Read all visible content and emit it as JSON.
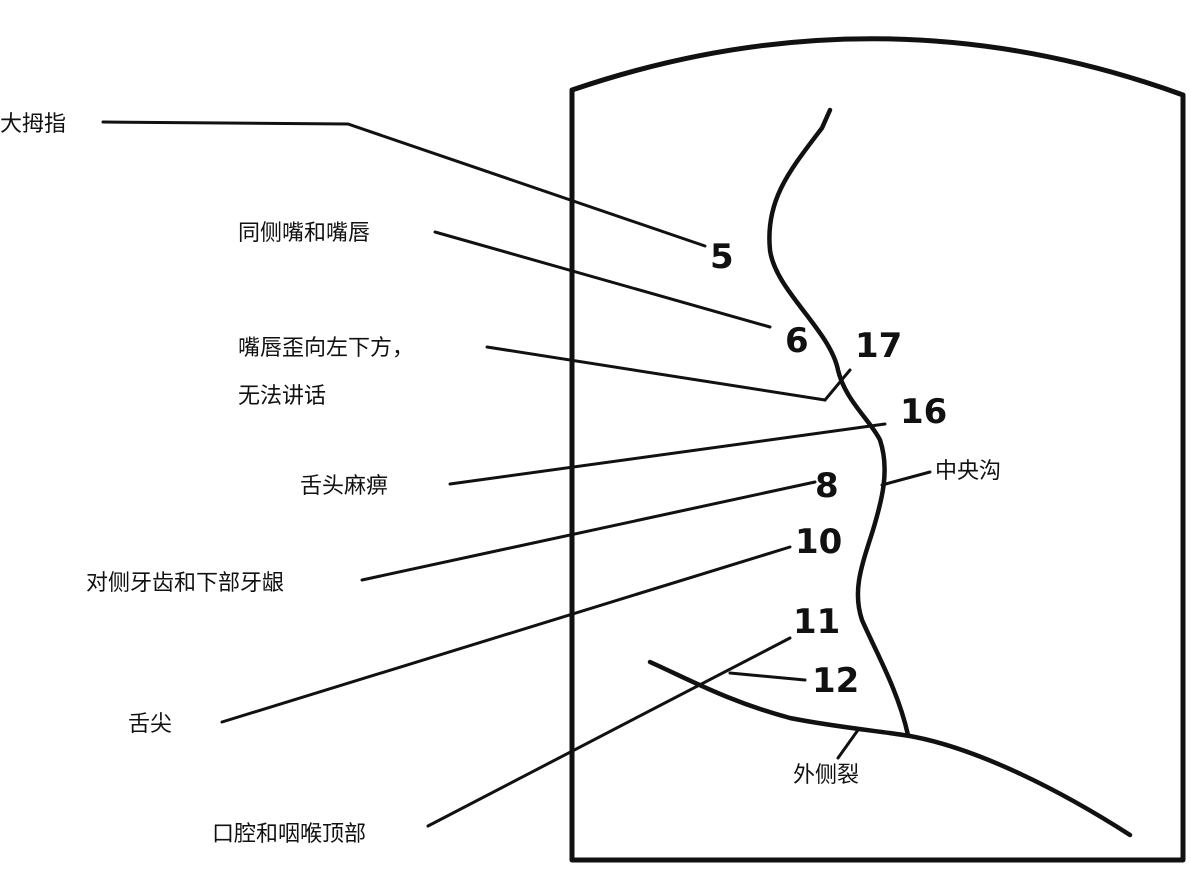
{
  "labels": {
    "thumb": "大拇指",
    "ipsi_mouth_lips": "同侧嘴和嘴唇",
    "lips_line1": "嘴唇歪向左下方，",
    "lips_line2": "无法讲话",
    "tongue_numb": "舌头麻痹",
    "contra_teeth_gums": "对侧牙齿和下部牙龈",
    "tongue_tip": "舌尖",
    "oral_pharynx_roof": "口腔和咽喉顶部",
    "central_sulcus": "中央沟",
    "lateral_fissure": "外侧裂"
  },
  "points": {
    "p5": "5",
    "p6": "6",
    "p17": "17",
    "p16": "16",
    "p8": "8",
    "p10": "10",
    "p11": "11",
    "p12": "12"
  },
  "colors": {
    "ink": "#111111",
    "background": "#ffffff"
  }
}
